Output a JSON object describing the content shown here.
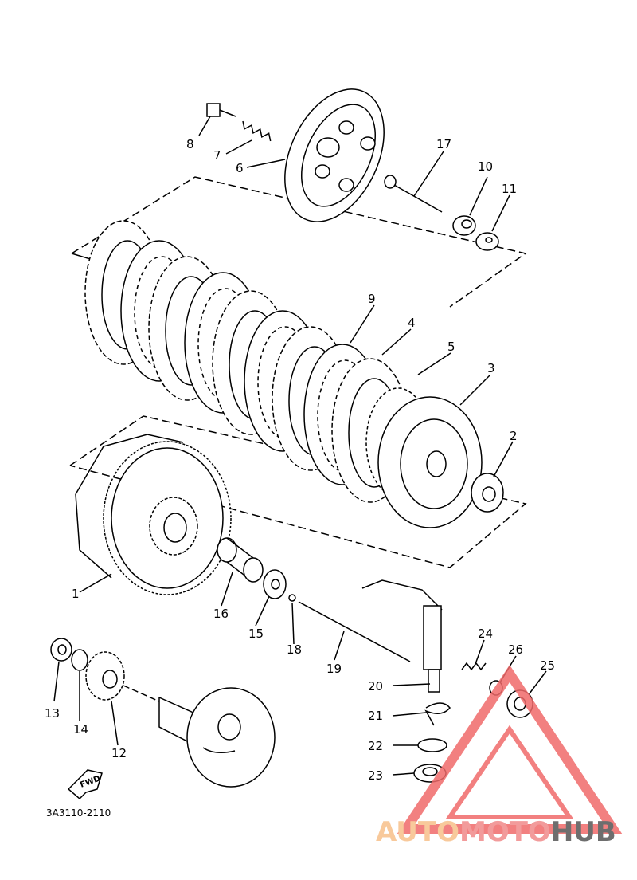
{
  "part_labels": [
    "1",
    "2",
    "3",
    "4",
    "5",
    "6",
    "7",
    "8",
    "9",
    "10",
    "11",
    "12",
    "13",
    "14",
    "15",
    "16",
    "17",
    "18",
    "19",
    "20",
    "21",
    "22",
    "23",
    "24",
    "25",
    "26"
  ],
  "diagram_code": "3A3110-2110",
  "fwd_label": "FWD",
  "watermark": {
    "part1": "AUTO",
    "part2": "MOTO",
    "part3": "HUB",
    "colors": {
      "auto": "#f7c08a",
      "moto": "#f08a8a",
      "hub": "#555555",
      "triangle": "#f06a6a"
    }
  }
}
